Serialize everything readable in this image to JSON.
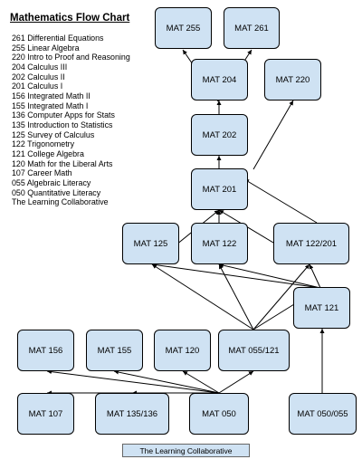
{
  "title": "Mathematics Flow Chart",
  "legend": [
    "261 Differential Equations",
    "255 Linear Algebra",
    "220 Intro to Proof and Reasoning",
    "204 Calculus III",
    "202 Calculus II",
    "201 Calculus I",
    "156 Integrated Math II",
    "155 Integrated Math I",
    "136 Computer Apps for Stats",
    "135 Introduction to Statistics",
    "125 Survey of Calculus",
    "122 Trigonometry",
    "121 College Algebra",
    "120 Math for the Liberal Arts",
    "107 Career Math",
    "055 Algebraic Literacy",
    "050 Quantitative Literacy",
    "The Learning Collaborative"
  ],
  "nodes": {
    "mat255": "MAT 255",
    "mat261": "MAT 261",
    "mat204": "MAT 204",
    "mat220": "MAT 220",
    "mat202": "MAT 202",
    "mat201": "MAT 201",
    "mat125": "MAT 125",
    "mat122": "MAT 122",
    "mat122_201": "MAT 122/201",
    "mat121": "MAT 121",
    "mat156": "MAT 156",
    "mat155": "MAT 155",
    "mat120": "MAT 120",
    "mat055_121": "MAT 055/121",
    "mat107": "MAT 107",
    "mat135_136": "MAT 135/136",
    "mat050": "MAT 050",
    "mat050_055": "MAT 050/055"
  },
  "footer": "The Learning Collaborative"
}
